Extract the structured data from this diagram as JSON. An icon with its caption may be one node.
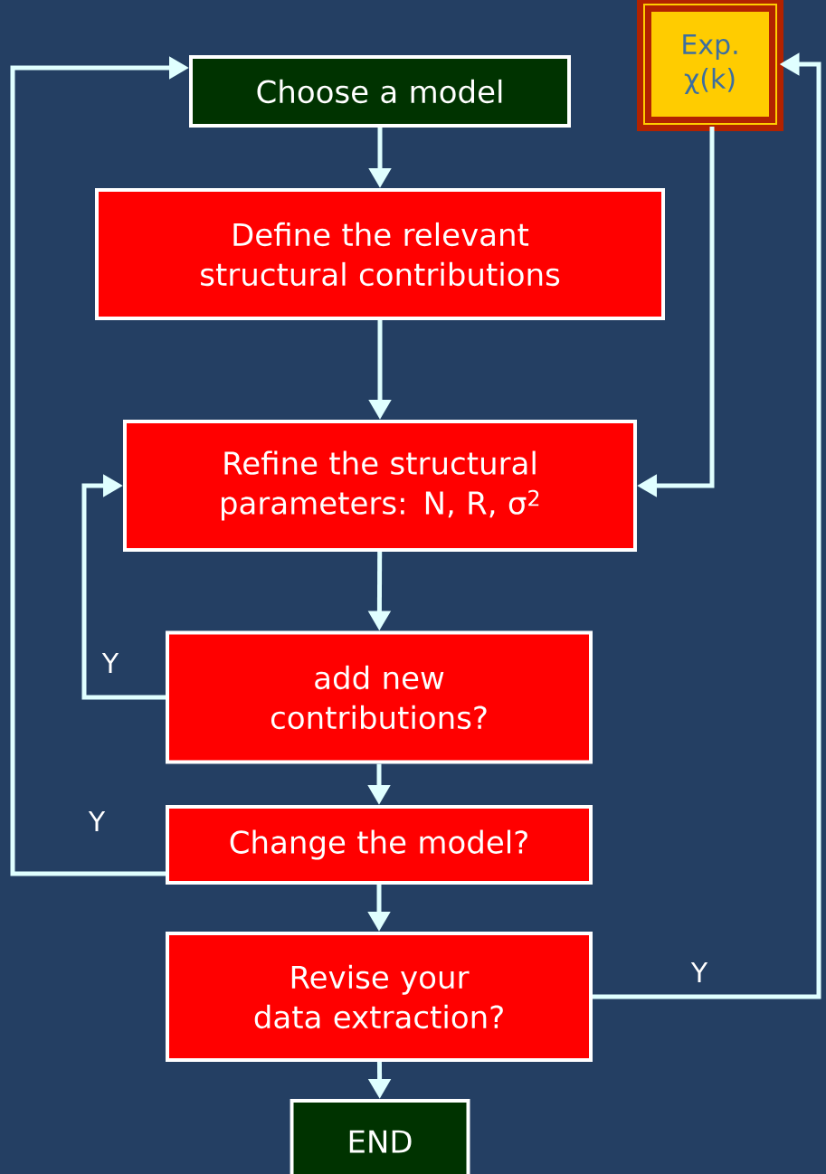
{
  "diagram": {
    "nodes": [
      {
        "text": [
          "Choose a model"
        ]
      },
      {
        "text": [
          "Define the relevant structural contributions"
        ]
      },
      {
        "text": [
          "Exp. χ(k)"
        ]
      },
      {
        "text": [
          "Refine the structural parameters: N, R, σ$^{2}$"
        ]
      },
      {
        "text": [
          "add new contributions?"
        ]
      },
      {
        "text": [
          "Change the model?"
        ]
      },
      {
        "text": [
          "Revise your data extraction?"
        ]
      },
      {
        "text": [
          "END"
        ]
      }
    ],
    "edges": [
      {
        "from": 0,
        "to": 1,
        "arrow": "to"
      },
      {
        "from": 1,
        "to": 3,
        "arrow": "to"
      },
      {
        "from": 2,
        "to": 3,
        "arrow": "to"
      },
      {
        "from": 3,
        "to": 4,
        "arrow": "to"
      },
      {
        "from": 4,
        "to": 3,
        "arrow": "to",
        "label": "Y"
      },
      {
        "from": 4,
        "to": 5,
        "arrow": "to"
      },
      {
        "from": 5,
        "to": 0,
        "arrow": "to",
        "label": "Y"
      },
      {
        "from": 5,
        "to": 6,
        "arrow": "to"
      },
      {
        "from": 6,
        "to": 2,
        "arrow": "to",
        "label": "Y"
      },
      {
        "from": 6,
        "to": 7,
        "arrow": "to"
      }
    ]
  }
}
